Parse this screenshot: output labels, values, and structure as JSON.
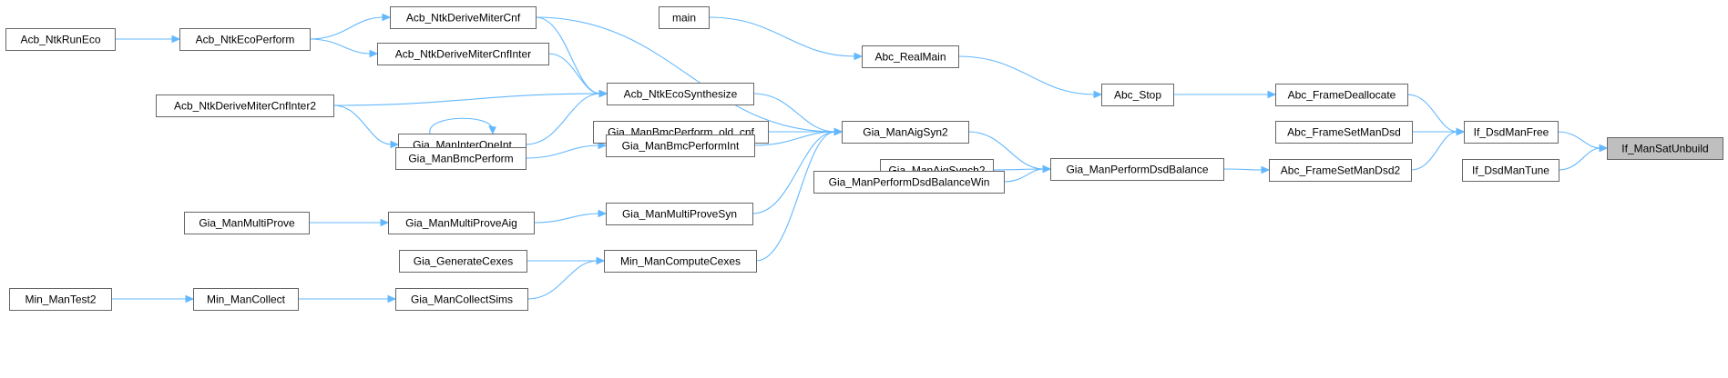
{
  "diagram": {
    "root": "If_ManSatUnbuild",
    "nodes": [
      {
        "id": "If_ManSatUnbuild",
        "label": "If_ManSatUnbuild",
        "root": true
      },
      {
        "id": "If_DsdManFree",
        "label": "If_DsdManFree"
      },
      {
        "id": "If_DsdManTune",
        "label": "If_DsdManTune"
      },
      {
        "id": "Abc_FrameDeallocate",
        "label": "Abc_FrameDeallocate"
      },
      {
        "id": "Abc_FrameSetManDsd",
        "label": "Abc_FrameSetManDsd"
      },
      {
        "id": "Abc_FrameSetManDsd2",
        "label": "Abc_FrameSetManDsd2"
      },
      {
        "id": "Abc_Stop",
        "label": "Abc_Stop"
      },
      {
        "id": "Abc_RealMain",
        "label": "Abc_RealMain"
      },
      {
        "id": "main",
        "label": "main"
      },
      {
        "id": "Gia_ManPerformDsdBalance",
        "label": "Gia_ManPerformDsdBalance"
      },
      {
        "id": "Gia_ManAigSynch2",
        "label": "Gia_ManAigSynch2"
      },
      {
        "id": "Gia_ManPerformDsdBalanceWin",
        "label": "Gia_ManPerformDsdBalanceWin"
      },
      {
        "id": "Gia_ManAigSyn2",
        "label": "Gia_ManAigSyn2"
      },
      {
        "id": "Acb_NtkDeriveMiterCnf",
        "label": "Acb_NtkDeriveMiterCnf"
      },
      {
        "id": "Acb_NtkDeriveMiterCnfInter",
        "label": "Acb_NtkDeriveMiterCnfInter"
      },
      {
        "id": "Acb_NtkEcoSynthesize",
        "label": "Acb_NtkEcoSynthesize"
      },
      {
        "id": "Gia_ManBmcPerform_old_cnf",
        "label": "Gia_ManBmcPerform_old_cnf"
      },
      {
        "id": "Gia_ManBmcPerformInt",
        "label": "Gia_ManBmcPerformInt"
      },
      {
        "id": "Gia_ManMultiProveSyn",
        "label": "Gia_ManMultiProveSyn"
      },
      {
        "id": "Min_ManComputeCexes",
        "label": "Min_ManComputeCexes"
      },
      {
        "id": "Acb_NtkEcoPerform",
        "label": "Acb_NtkEcoPerform"
      },
      {
        "id": "Acb_NtkRunEco",
        "label": "Acb_NtkRunEco"
      },
      {
        "id": "Acb_NtkDeriveMiterCnfInter2",
        "label": "Acb_NtkDeriveMiterCnfInter2"
      },
      {
        "id": "Gia_ManInterOneInt",
        "label": "Gia_ManInterOneInt"
      },
      {
        "id": "Gia_ManBmcPerform",
        "label": "Gia_ManBmcPerform"
      },
      {
        "id": "Gia_ManMultiProveAig",
        "label": "Gia_ManMultiProveAig"
      },
      {
        "id": "Gia_ManMultiProve",
        "label": "Gia_ManMultiProve"
      },
      {
        "id": "Gia_GenerateCexes",
        "label": "Gia_GenerateCexes"
      },
      {
        "id": "Gia_ManCollectSims",
        "label": "Gia_ManCollectSims"
      },
      {
        "id": "Min_ManCollect",
        "label": "Min_ManCollect"
      },
      {
        "id": "Min_ManTest2",
        "label": "Min_ManTest2"
      }
    ],
    "edges": [
      {
        "from": "If_DsdManFree",
        "to": "If_ManSatUnbuild"
      },
      {
        "from": "If_DsdManTune",
        "to": "If_ManSatUnbuild"
      },
      {
        "from": "Abc_FrameDeallocate",
        "to": "If_DsdManFree"
      },
      {
        "from": "Abc_FrameSetManDsd",
        "to": "If_DsdManFree"
      },
      {
        "from": "Abc_FrameSetManDsd2",
        "to": "If_DsdManFree"
      },
      {
        "from": "Abc_Stop",
        "to": "Abc_FrameDeallocate"
      },
      {
        "from": "Abc_RealMain",
        "to": "Abc_Stop"
      },
      {
        "from": "main",
        "to": "Abc_RealMain"
      },
      {
        "from": "Gia_ManPerformDsdBalance",
        "to": "Abc_FrameSetManDsd2"
      },
      {
        "from": "Gia_ManAigSyn2",
        "to": "Gia_ManPerformDsdBalance"
      },
      {
        "from": "Gia_ManAigSynch2",
        "to": "Gia_ManPerformDsdBalance"
      },
      {
        "from": "Gia_ManPerformDsdBalanceWin",
        "to": "Gia_ManPerformDsdBalance"
      },
      {
        "from": "Acb_NtkDeriveMiterCnf",
        "to": "Gia_ManAigSyn2"
      },
      {
        "from": "Acb_NtkEcoSynthesize",
        "to": "Gia_ManAigSyn2"
      },
      {
        "from": "Gia_ManBmcPerform_old_cnf",
        "to": "Gia_ManAigSyn2"
      },
      {
        "from": "Gia_ManBmcPerformInt",
        "to": "Gia_ManAigSyn2"
      },
      {
        "from": "Gia_ManMultiProveSyn",
        "to": "Gia_ManAigSyn2"
      },
      {
        "from": "Min_ManComputeCexes",
        "to": "Gia_ManAigSyn2"
      },
      {
        "from": "Acb_NtkEcoPerform",
        "to": "Acb_NtkDeriveMiterCnf"
      },
      {
        "from": "Acb_NtkEcoPerform",
        "to": "Acb_NtkDeriveMiterCnfInter"
      },
      {
        "from": "Acb_NtkRunEco",
        "to": "Acb_NtkEcoPerform"
      },
      {
        "from": "Acb_NtkDeriveMiterCnf",
        "to": "Acb_NtkEcoSynthesize"
      },
      {
        "from": "Acb_NtkDeriveMiterCnfInter",
        "to": "Acb_NtkEcoSynthesize"
      },
      {
        "from": "Acb_NtkDeriveMiterCnfInter2",
        "to": "Acb_NtkEcoSynthesize"
      },
      {
        "from": "Gia_ManInterOneInt",
        "to": "Acb_NtkEcoSynthesize"
      },
      {
        "from": "Acb_NtkDeriveMiterCnfInter2",
        "to": "Gia_ManInterOneInt"
      },
      {
        "from": "Gia_ManInterOneInt",
        "to": "Gia_ManInterOneInt"
      },
      {
        "from": "Gia_ManBmcPerform",
        "to": "Gia_ManBmcPerformInt"
      },
      {
        "from": "Gia_ManMultiProveAig",
        "to": "Gia_ManMultiProveSyn"
      },
      {
        "from": "Gia_ManMultiProve",
        "to": "Gia_ManMultiProveAig"
      },
      {
        "from": "Gia_GenerateCexes",
        "to": "Min_ManComputeCexes"
      },
      {
        "from": "Gia_ManCollectSims",
        "to": "Min_ManComputeCexes"
      },
      {
        "from": "Min_ManCollect",
        "to": "Gia_ManCollectSims"
      },
      {
        "from": "Min_ManTest2",
        "to": "Min_ManCollect"
      }
    ]
  },
  "colors": {
    "edge": "#63b8ff",
    "node_border": "#666666",
    "node_fill": "#ffffff",
    "root_fill": "#bfbfbf",
    "text": "#000000"
  }
}
